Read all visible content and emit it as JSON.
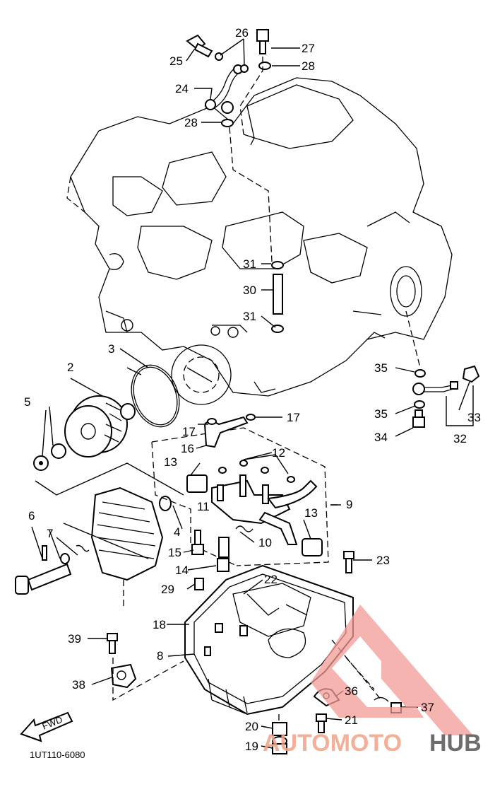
{
  "labels": {
    "l2": "2",
    "l3": "3",
    "l4": "4",
    "l5": "5",
    "l6": "6",
    "l7": "7",
    "l8": "8",
    "l9": "9",
    "l10": "10",
    "l11": "11",
    "l12": "12",
    "l13a": "13",
    "l13b": "13",
    "l14": "14",
    "l15": "15",
    "l16": "16",
    "l17a": "17",
    "l17b": "17",
    "l18": "18",
    "l19": "19",
    "l20": "20",
    "l21": "21",
    "l22": "22",
    "l23": "23",
    "l24": "24",
    "l25": "25",
    "l26": "26",
    "l27": "27",
    "l28a": "28",
    "l28b": "28",
    "l29": "29",
    "l30": "30",
    "l31a": "31",
    "l31b": "31",
    "l32": "32",
    "l33": "33",
    "l34": "34",
    "l35a": "35",
    "l35b": "35",
    "l36": "36",
    "l37": "37",
    "l38": "38",
    "l39": "39"
  },
  "diagram_code": "1UT110-6080",
  "fwd_marker": "FWD",
  "watermark": {
    "part1": "AUTOMOTO",
    "part2": "HUB",
    "color1": "#f2a285",
    "color2": "#555555",
    "logo_color": "#f39b96"
  }
}
